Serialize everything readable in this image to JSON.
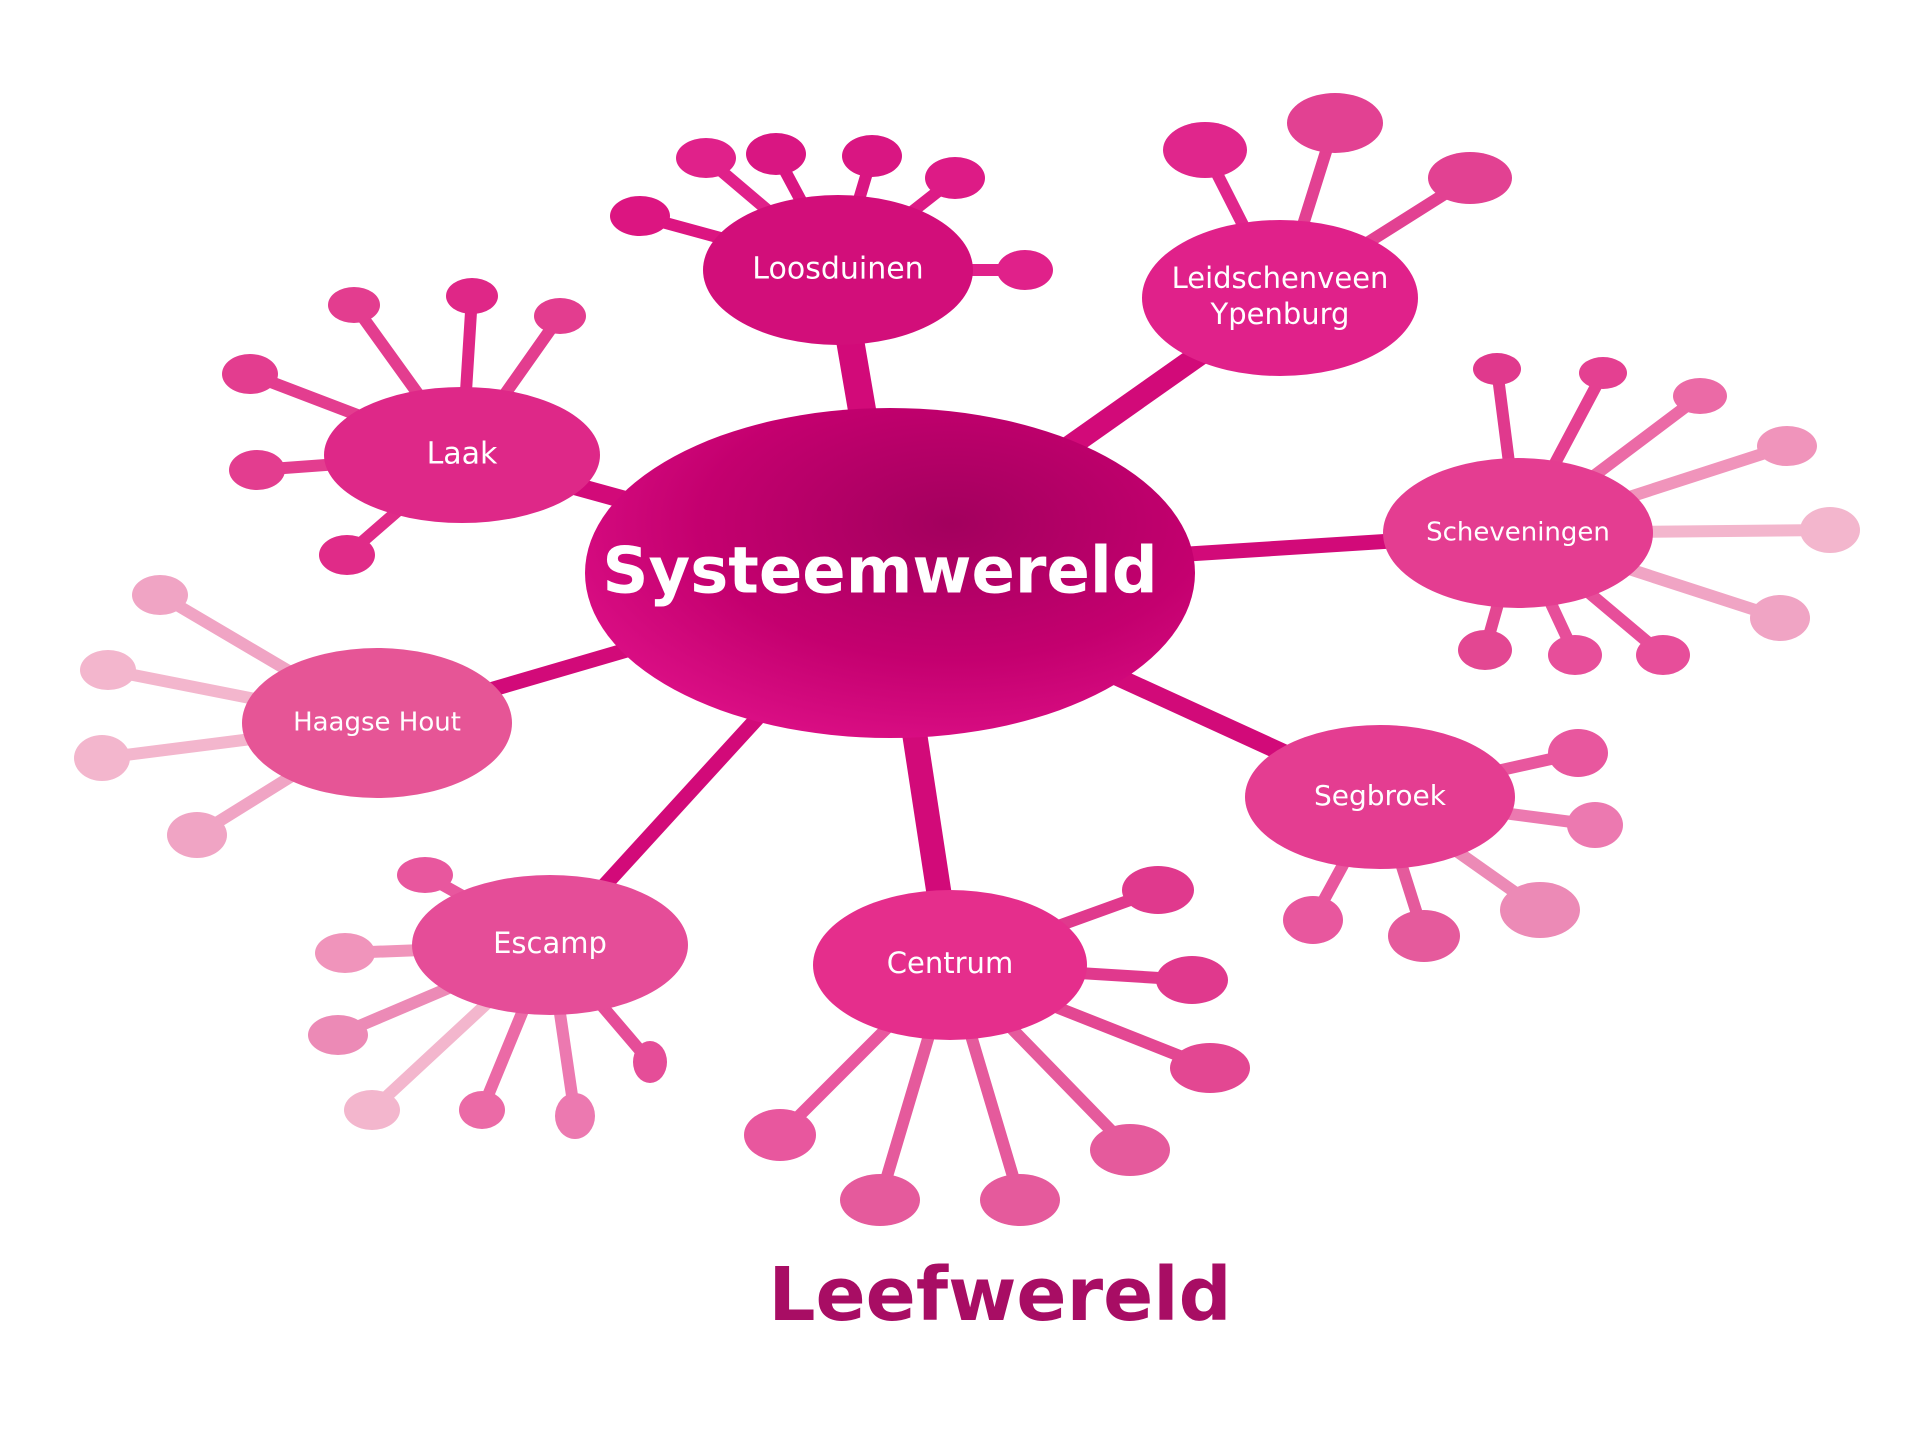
{
  "center": {
    "label": "Systeemwereld"
  },
  "districts": [
    {
      "id": "loosduinen",
      "lines": [
        "Loosduinen"
      ]
    },
    {
      "id": "leidschenveen-ypenburg",
      "lines": [
        "Leidschenveen",
        "Ypenburg"
      ]
    },
    {
      "id": "laak",
      "lines": [
        "Laak"
      ]
    },
    {
      "id": "scheveningen",
      "lines": [
        "Scheveningen"
      ]
    },
    {
      "id": "haagse-hout",
      "lines": [
        "Haagse Hout"
      ]
    },
    {
      "id": "segbroek",
      "lines": [
        "Segbroek"
      ]
    },
    {
      "id": "escamp",
      "lines": [
        "Escamp"
      ]
    },
    {
      "id": "centrum",
      "lines": [
        "Centrum"
      ]
    }
  ],
  "footer": {
    "label": "Leefwereld"
  },
  "colors": {
    "center": "#c4006f",
    "hub": "#d7137e",
    "spoke": "#d20a79",
    "footer_text": "#a80d64",
    "satellite_light": "#f3b6cd"
  }
}
